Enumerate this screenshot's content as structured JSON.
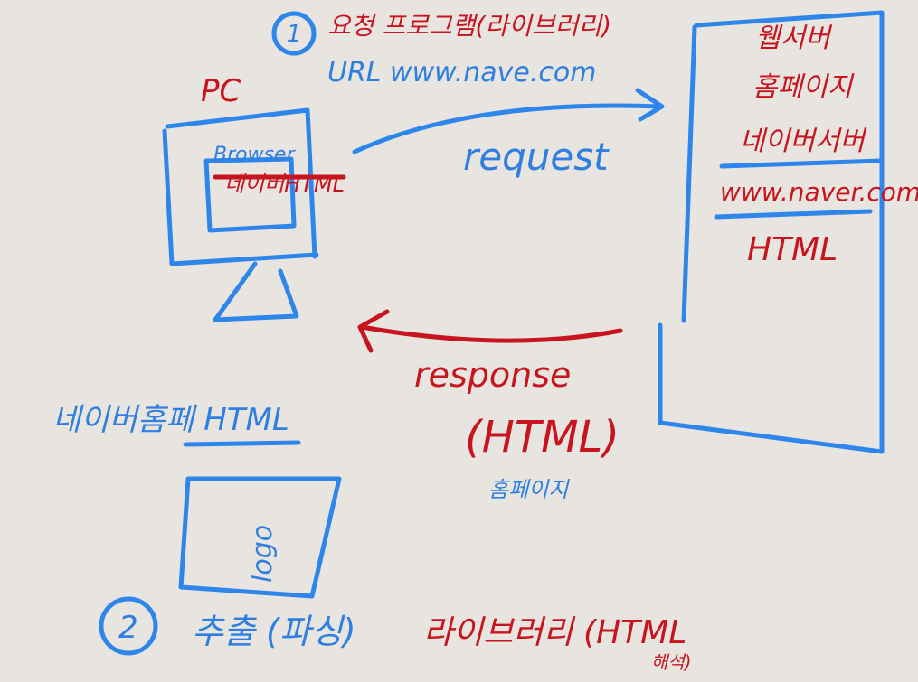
{
  "step1": {
    "number": "1",
    "title": "요청 프로그램(라이브러리)",
    "url_line": "URL www.nave.com"
  },
  "client": {
    "label": "PC",
    "browser": "Browser",
    "page": "네이버HTML"
  },
  "request": {
    "label": "request"
  },
  "server": {
    "line1": "웹서버",
    "line2": "홈페이지",
    "line3": "네이버서버",
    "url": "www.naver.com",
    "format": "HTML"
  },
  "response": {
    "label": "response",
    "format": "(HTML)",
    "note": "홈페이지"
  },
  "result": {
    "caption": "네이버홈페 HTML",
    "logo_text": "logo"
  },
  "step2": {
    "number": "2",
    "action": "추출 (파싱)",
    "library": "라이브러리 (HTML",
    "library_note": "해석)"
  },
  "colors": {
    "blue": "#2f86ea",
    "red": "#c8141e",
    "background": "#e8e4df"
  }
}
